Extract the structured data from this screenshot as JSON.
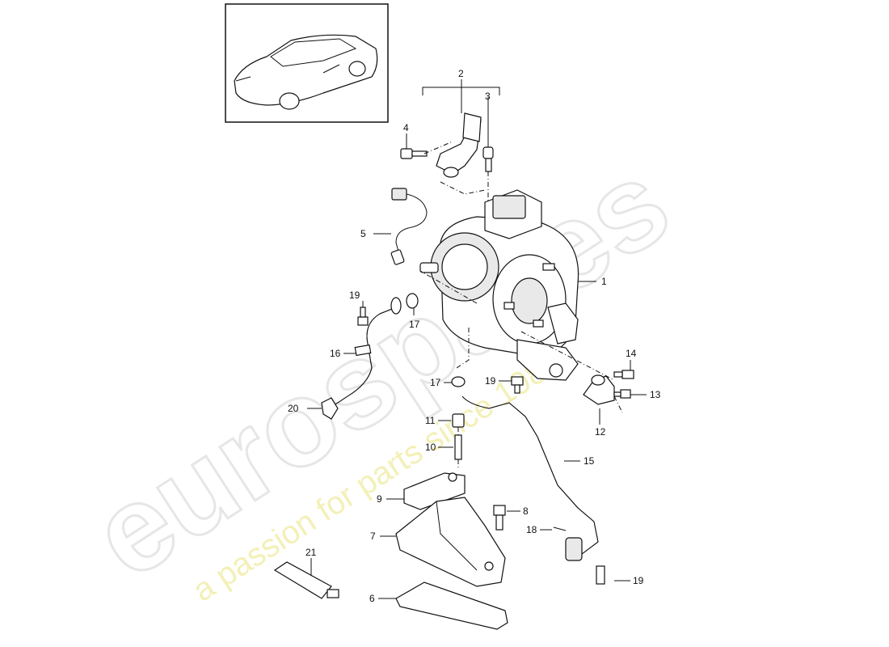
{
  "watermark": {
    "brand": "eurospares",
    "tagline": "a passion for parts since 1985"
  },
  "callouts": [
    {
      "id": "c1",
      "text": "1"
    },
    {
      "id": "c2",
      "text": "2"
    },
    {
      "id": "c3",
      "text": "3"
    },
    {
      "id": "c4",
      "text": "4"
    },
    {
      "id": "c5",
      "text": "5"
    },
    {
      "id": "c6",
      "text": "6"
    },
    {
      "id": "c7",
      "text": "7"
    },
    {
      "id": "c8",
      "text": "8"
    },
    {
      "id": "c9",
      "text": "9"
    },
    {
      "id": "c10",
      "text": "10"
    },
    {
      "id": "c11",
      "text": "11"
    },
    {
      "id": "c12",
      "text": "12"
    },
    {
      "id": "c13",
      "text": "13"
    },
    {
      "id": "c14",
      "text": "14"
    },
    {
      "id": "c15",
      "text": "15"
    },
    {
      "id": "c16",
      "text": "16"
    },
    {
      "id": "c17a",
      "text": "17"
    },
    {
      "id": "c17b",
      "text": "17"
    },
    {
      "id": "c18",
      "text": "18"
    },
    {
      "id": "c19a",
      "text": "19"
    },
    {
      "id": "c19b",
      "text": "19"
    },
    {
      "id": "c19c",
      "text": "19"
    },
    {
      "id": "c20",
      "text": "20"
    },
    {
      "id": "c21",
      "text": "21"
    }
  ]
}
